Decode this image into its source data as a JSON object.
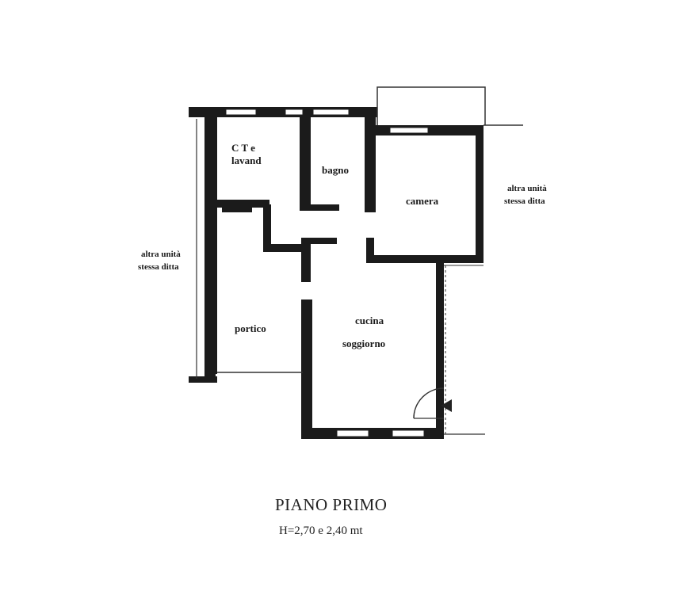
{
  "rooms": {
    "ct_line1": "C T e",
    "ct_line2": "lavand",
    "bagno": "bagno",
    "camera": "camera",
    "portico": "portico",
    "cucina_line1": "cucina",
    "cucina_line2": "soggiorno"
  },
  "neighbors": {
    "right_line1": "altra unità",
    "right_line2": "stessa ditta",
    "left_line1": "altra unità",
    "left_line2": "stessa ditta"
  },
  "caption": {
    "title": "PIANO PRIMO",
    "height": "H=2,70 e 2,40 mt"
  }
}
